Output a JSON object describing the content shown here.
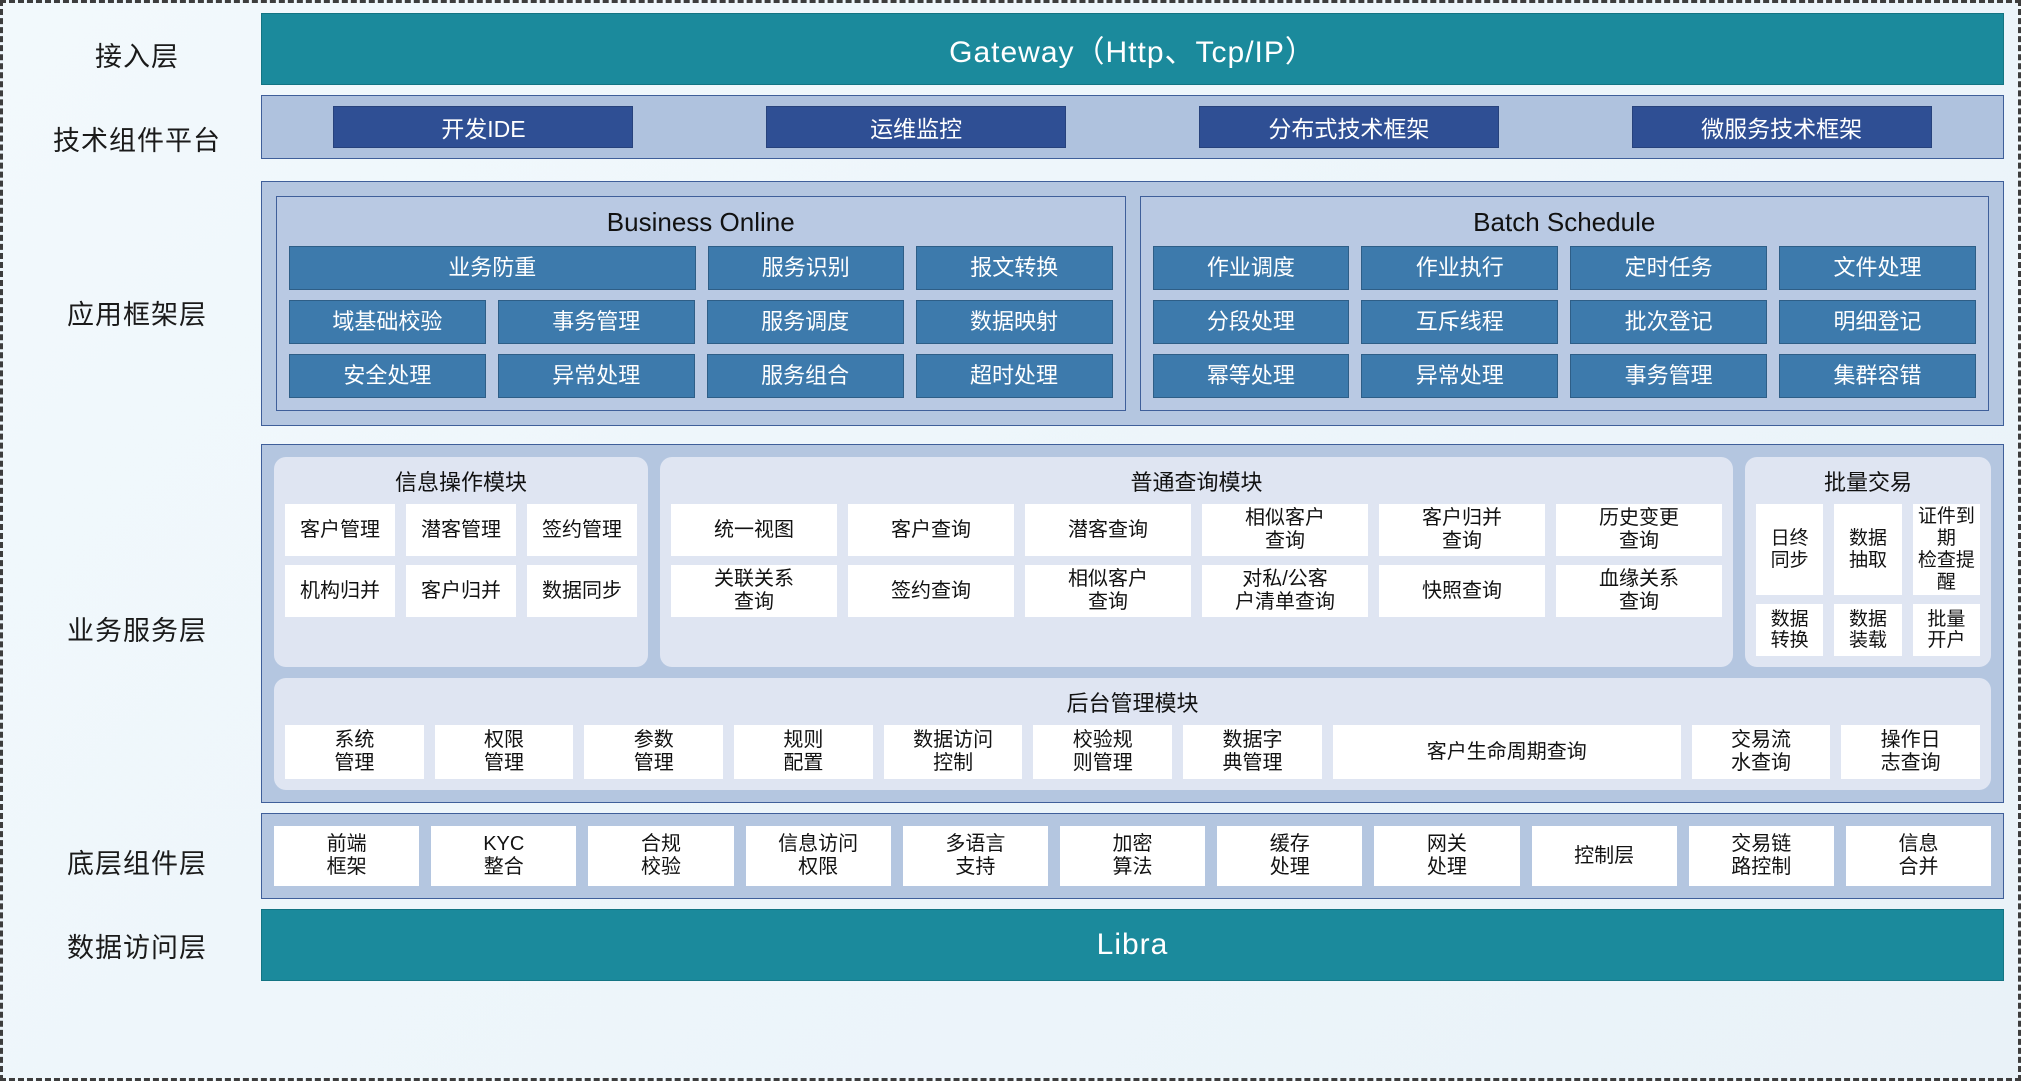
{
  "layers": [
    {
      "id": "access",
      "label": "接入层"
    },
    {
      "id": "techcomp",
      "label": "技术组件平台"
    },
    {
      "id": "appframe",
      "label": "应用框架层"
    },
    {
      "id": "bizservice",
      "label": "业务服务层"
    },
    {
      "id": "bottomcomp",
      "label": "底层组件层"
    },
    {
      "id": "dataaccess",
      "label": "数据访问层"
    }
  ],
  "access_layer": {
    "gateway_label": "Gateway（Http、Tcp/IP）"
  },
  "tech_platform": {
    "items": [
      {
        "label": "开发IDE"
      },
      {
        "label": "运维监控"
      },
      {
        "label": "分布式技术框架"
      },
      {
        "label": "微服务技术框架"
      }
    ]
  },
  "app_framework": {
    "groups": [
      {
        "title": "Business Online",
        "rows": [
          [
            {
              "label": "业务防重",
              "span": 2
            },
            {
              "label": "服务识别"
            },
            {
              "label": "报文转换"
            }
          ],
          [
            {
              "label": "域基础校验"
            },
            {
              "label": "事务管理"
            },
            {
              "label": "服务调度"
            },
            {
              "label": "数据映射"
            }
          ],
          [
            {
              "label": "安全处理"
            },
            {
              "label": "异常处理"
            },
            {
              "label": "服务组合"
            },
            {
              "label": "超时处理"
            }
          ]
        ]
      },
      {
        "title": "Batch Schedule",
        "rows": [
          [
            {
              "label": "作业调度"
            },
            {
              "label": "作业执行"
            },
            {
              "label": "定时任务"
            },
            {
              "label": "文件处理"
            }
          ],
          [
            {
              "label": "分段处理"
            },
            {
              "label": "互斥线程"
            },
            {
              "label": "批次登记"
            },
            {
              "label": "明细登记"
            }
          ],
          [
            {
              "label": "幂等处理"
            },
            {
              "label": "异常处理"
            },
            {
              "label": "事务管理"
            },
            {
              "label": "集群容错"
            }
          ]
        ]
      }
    ]
  },
  "business_service": {
    "modules": [
      {
        "id": "info-op",
        "title": "信息操作模块",
        "rows": [
          [
            {
              "label": "客户管理"
            },
            {
              "label": "潜客管理"
            },
            {
              "label": "签约管理"
            }
          ],
          [
            {
              "label": "机构归并"
            },
            {
              "label": "客户归并"
            },
            {
              "label": "数据同步"
            }
          ]
        ]
      },
      {
        "id": "common-query",
        "title": "普通查询模块",
        "rows": [
          [
            {
              "label": "统一视图"
            },
            {
              "label": "客户查询"
            },
            {
              "label": "潜客查询"
            },
            {
              "label": "相似客户\n查询"
            },
            {
              "label": "客户归并\n查询"
            },
            {
              "label": "历史变更\n查询"
            }
          ],
          [
            {
              "label": "关联关系\n查询"
            },
            {
              "label": "签约查询"
            },
            {
              "label": "相似客户\n查询"
            },
            {
              "label": "对私/公客\n户清单查询"
            },
            {
              "label": "快照查询"
            },
            {
              "label": "血缘关系\n查询"
            }
          ]
        ]
      },
      {
        "id": "batch-trade",
        "title": "批量交易",
        "rows": [
          [
            {
              "label": "日终\n同步"
            },
            {
              "label": "数据\n抽取"
            },
            {
              "label": "证件到期\n检查提醒"
            }
          ],
          [
            {
              "label": "数据\n转换"
            },
            {
              "label": "数据\n装载"
            },
            {
              "label": "批量\n开户"
            }
          ]
        ]
      }
    ],
    "admin_module": {
      "id": "backend-admin",
      "title": "后台管理模块",
      "rows": [
        [
          {
            "label": "系统\n管理"
          },
          {
            "label": "权限\n管理"
          },
          {
            "label": "参数\n管理"
          },
          {
            "label": "规则\n配置"
          },
          {
            "label": "数据访问\n控制"
          },
          {
            "label": "校验规\n则管理"
          },
          {
            "label": "数据字\n典管理"
          },
          {
            "label": "客户生命周期查询",
            "wide": true
          },
          {
            "label": "交易流\n水查询"
          },
          {
            "label": "操作日\n志查询"
          }
        ]
      ]
    }
  },
  "bottom_components": {
    "items": [
      {
        "label": "前端\n框架"
      },
      {
        "label": "KYC\n整合"
      },
      {
        "label": "合规\n校验"
      },
      {
        "label": "信息访问\n权限"
      },
      {
        "label": "多语言\n支持"
      },
      {
        "label": "加密\n算法"
      },
      {
        "label": "缓存\n处理"
      },
      {
        "label": "网关\n处理"
      },
      {
        "label": "控制层"
      },
      {
        "label": "交易链\n路控制"
      },
      {
        "label": "信息\n合并"
      }
    ]
  },
  "data_access": {
    "label": "Libra"
  },
  "colors": {
    "teal_band": "#1b8a9c",
    "light_blue_panel": "#b4c6e0",
    "dark_chip": "#2f4f94",
    "medium_chip": "#3d7aac",
    "white_chip": "#ffffff",
    "module_card": "#dfe5f2",
    "panel_border": "#3f5f9a",
    "page_background": "#eef6fb"
  }
}
